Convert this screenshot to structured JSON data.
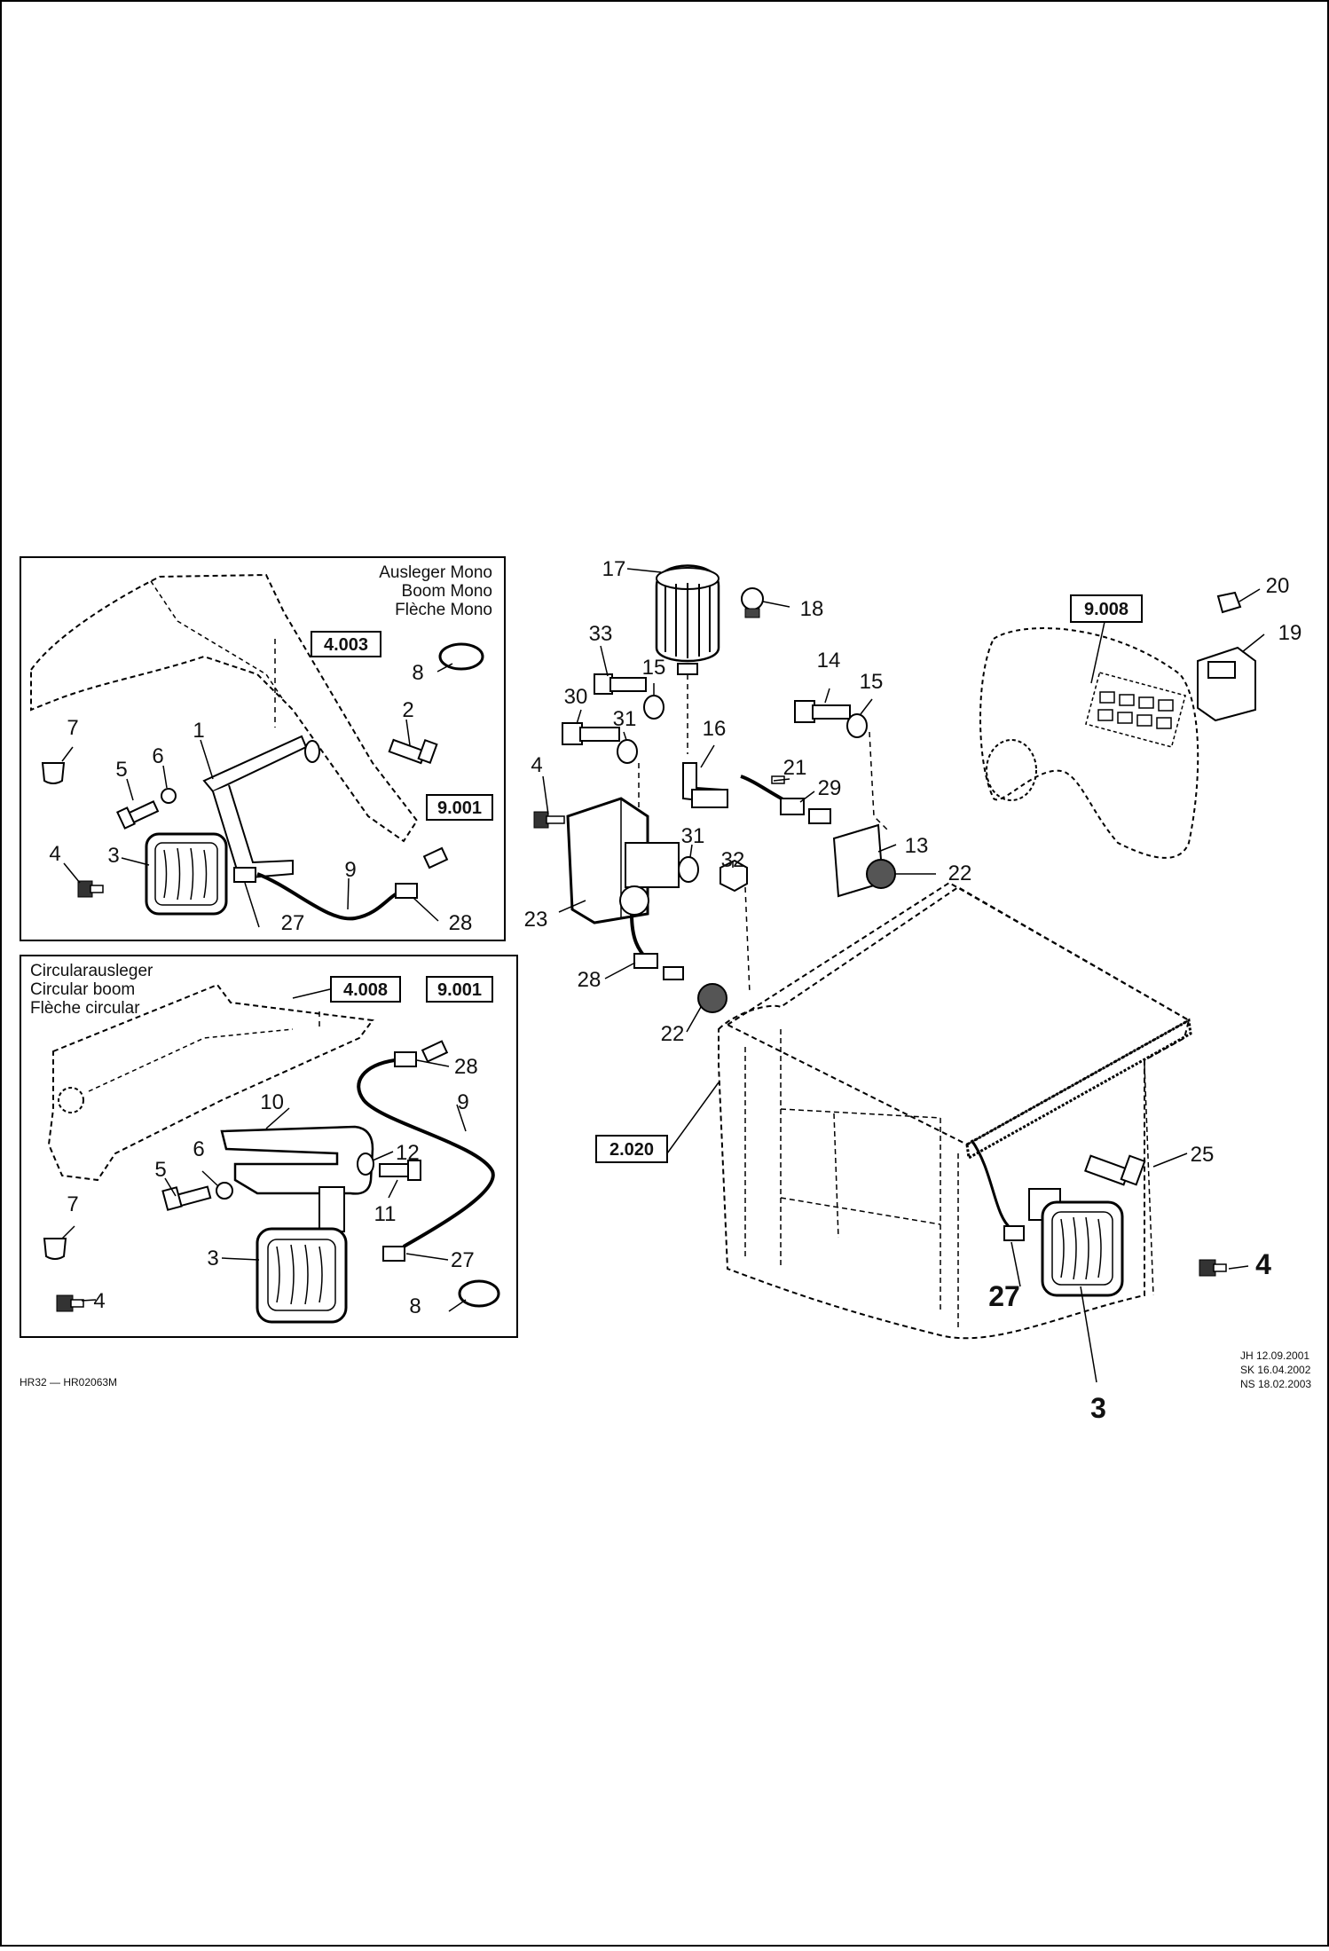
{
  "panel_mono": {
    "title_lines": [
      "Ausleger Mono",
      "Boom Mono",
      "Flèche Mono"
    ],
    "ref_a": "4.003",
    "ref_b": "9.001",
    "labels": {
      "n1": "1",
      "n2": "2",
      "n3": "3",
      "n4": "4",
      "n5": "5",
      "n6": "6",
      "n7": "7",
      "n8": "8",
      "n9": "9",
      "n27": "27",
      "n28": "28"
    }
  },
  "panel_circular": {
    "title_lines": [
      "Circularausleger",
      "Circular boom",
      "Flèche circular"
    ],
    "ref_a": "4.008",
    "ref_b": "9.001",
    "labels": {
      "n3": "3",
      "n4": "4",
      "n5": "5",
      "n6": "6",
      "n7": "7",
      "n8": "8",
      "n9": "9",
      "n10": "10",
      "n11": "11",
      "n12": "12",
      "n27": "27",
      "n28": "28"
    }
  },
  "main": {
    "ref_console": "9.008",
    "ref_cab": "2.020",
    "labels": {
      "n3": "3",
      "n4": "4",
      "n4b": "4",
      "n13": "13",
      "n14": "14",
      "n15a": "15",
      "n15b": "15",
      "n16": "16",
      "n17": "17",
      "n18": "18",
      "n19": "19",
      "n20": "20",
      "n21": "21",
      "n22a": "22",
      "n22b": "22",
      "n23": "23",
      "n25": "25",
      "n27": "27",
      "n28": "28",
      "n29": "29",
      "n30": "30",
      "n31a": "31",
      "n31b": "31",
      "n32": "32",
      "n33": "33"
    }
  },
  "footer": {
    "drawing_id": "HR32  —  HR02063M",
    "revisions": [
      "JH  12.09.2001",
      "SK  16.04.2002",
      "NS  18.02.2003"
    ]
  }
}
